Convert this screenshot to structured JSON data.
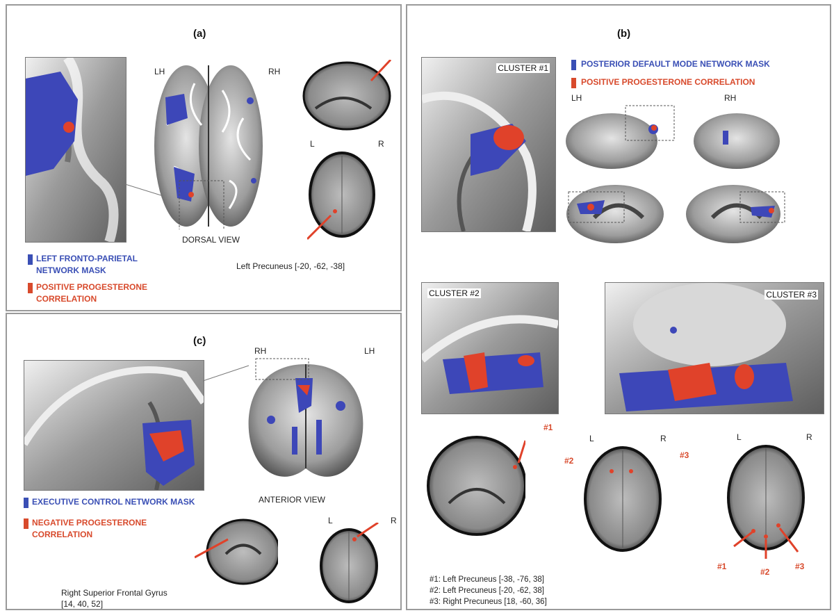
{
  "panel_a": {
    "title": "(a)",
    "hemi_left": "LH",
    "hemi_right": "RH",
    "view": "DORSAL VIEW",
    "axial_left": "L",
    "axial_right": "R",
    "legend_blue": "LEFT FRONTO-PARIETAL NETWORK MASK",
    "legend_red": "POSITIVE PROGESTERONE CORRELATION",
    "region": "Left Precuneus [-20, -62, -38]"
  },
  "panel_b": {
    "title": "(b)",
    "legend_blue": "POSTERIOR DEFAULT MODE NETWORK MASK",
    "legend_red": "POSITIVE PROGESTERONE CORRELATION",
    "hemi_left": "LH",
    "hemi_right": "RH",
    "cluster1": "CLUSTER #1",
    "cluster2": "CLUSTER #2",
    "cluster3": "CLUSTER #3",
    "coronal_left": "L",
    "coronal_right": "R",
    "axial_left": "L",
    "axial_right": "R",
    "markers": [
      "#1",
      "#2",
      "#3"
    ],
    "coords": [
      "#1: Left Precuneus [-38, -76, 38]",
      "#2: Left Precuneus [-20, -62, 38]",
      "#3: Right Precuneus [18, -60, 36]"
    ]
  },
  "panel_c": {
    "title": "(c)",
    "hemi_left": "RH",
    "hemi_right": "LH",
    "view": "ANTERIOR VIEW",
    "axial_left": "L",
    "axial_right": "R",
    "legend_blue": "EXECUTIVE CONTROL NETWORK MASK",
    "legend_red": "NEGATIVE PROGESTERONE CORRELATION",
    "region_name": "Right Superior Frontal Gyrus",
    "region_coords": "[14, 40, 52]"
  },
  "colors": {
    "blue": "#3a4fb5",
    "red": "#d84a2c",
    "border": "#9a9a9a"
  }
}
